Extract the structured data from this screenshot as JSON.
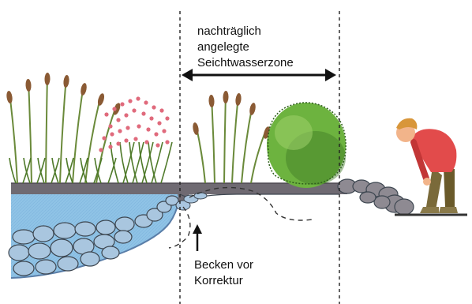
{
  "labels": {
    "zone_line1": "nachträglich",
    "zone_line2": "angelegte",
    "zone_line3": "Seichtwasserzone",
    "before_line1": "Becken vor",
    "before_line2": "Korrektur"
  },
  "colors": {
    "water": "#8fc3e6",
    "water_edge": "#5a7ea8",
    "bank": "#6f6a72",
    "stone": "#a9c6df",
    "stone_outline": "#3d4650",
    "reed": "#6a8a3a",
    "reed_head": "#8a5a34",
    "flower": "#e06a7c",
    "shrub": "#6db33f",
    "shrub_dark": "#3f7a26",
    "person_shirt": "#e24b4b",
    "person_pants": "#7a6a3a",
    "person_skin": "#f2b48a",
    "guide_line": "#222222"
  },
  "icons": {
    "arrow_double": "double-arrow-icon",
    "arrow_up": "arrow-up-icon"
  }
}
